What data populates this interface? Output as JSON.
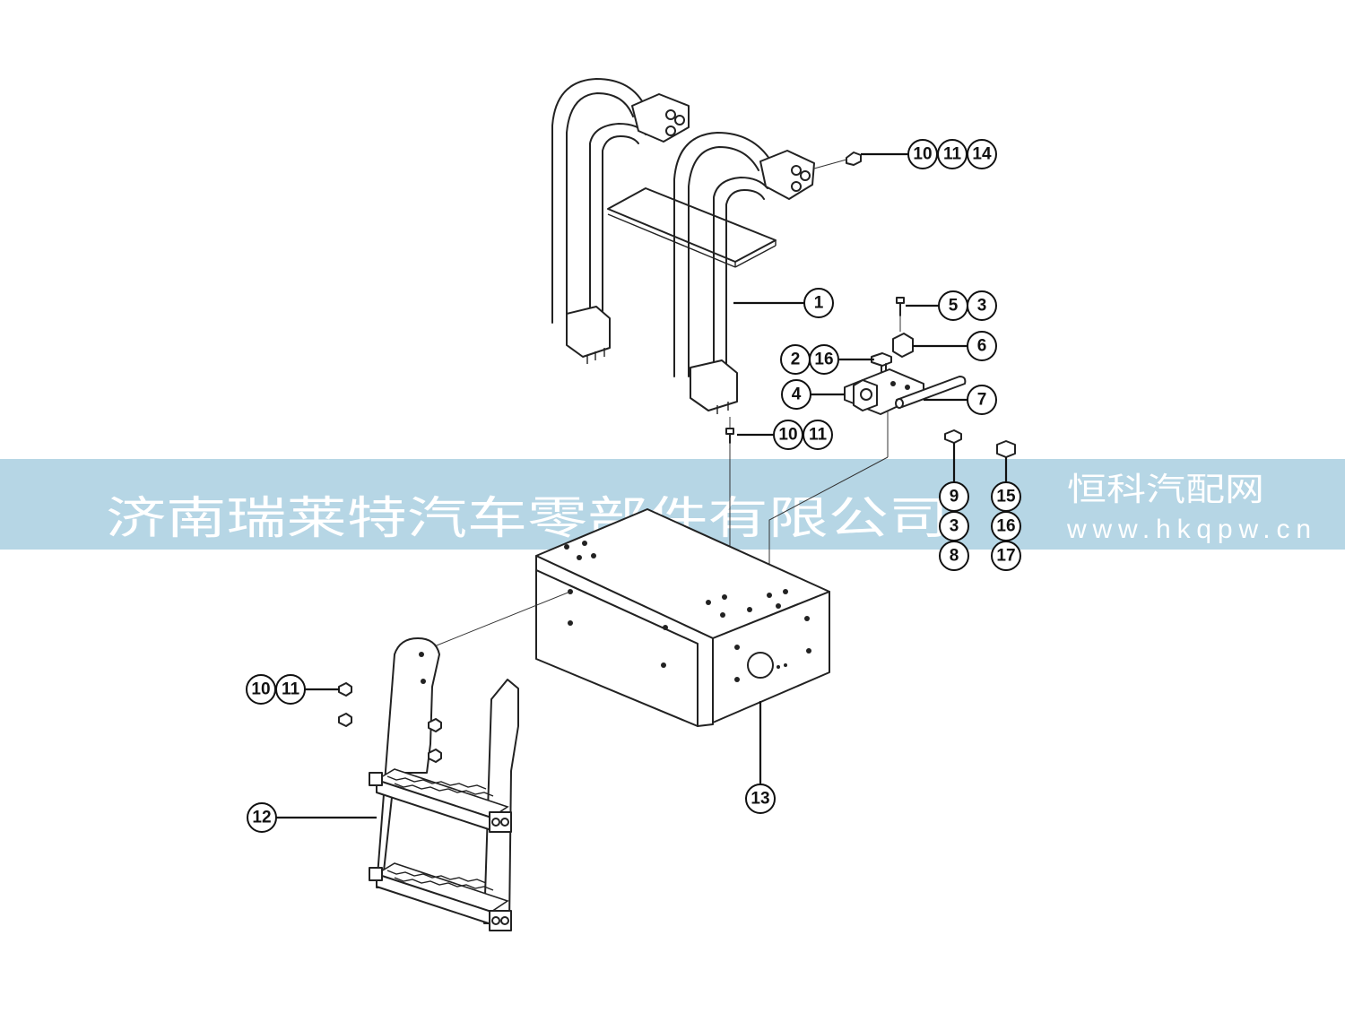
{
  "watermark": {
    "company": "济南瑞莱特汽车零部件有限公司",
    "site_name": "恒科汽配网",
    "site_url": "www.hkqpw.cn",
    "band_color": "#a9cfe0"
  },
  "callouts": [
    {
      "id": "c-10-a",
      "label": "10"
    },
    {
      "id": "c-11-a",
      "label": "11"
    },
    {
      "id": "c-14",
      "label": "14"
    },
    {
      "id": "c-1",
      "label": "1"
    },
    {
      "id": "c-5",
      "label": "5"
    },
    {
      "id": "c-3-a",
      "label": "3"
    },
    {
      "id": "c-6",
      "label": "6"
    },
    {
      "id": "c-2",
      "label": "2"
    },
    {
      "id": "c-16-a",
      "label": "16"
    },
    {
      "id": "c-4",
      "label": "4"
    },
    {
      "id": "c-7",
      "label": "7"
    },
    {
      "id": "c-10-b",
      "label": "10"
    },
    {
      "id": "c-11-b",
      "label": "11"
    },
    {
      "id": "c-9",
      "label": "9"
    },
    {
      "id": "c-3-b",
      "label": "3"
    },
    {
      "id": "c-8",
      "label": "8"
    },
    {
      "id": "c-15",
      "label": "15"
    },
    {
      "id": "c-16-b",
      "label": "16"
    },
    {
      "id": "c-17",
      "label": "17"
    },
    {
      "id": "c-10-c",
      "label": "10"
    },
    {
      "id": "c-11-c",
      "label": "11"
    },
    {
      "id": "c-12",
      "label": "12"
    },
    {
      "id": "c-13",
      "label": "13"
    }
  ]
}
